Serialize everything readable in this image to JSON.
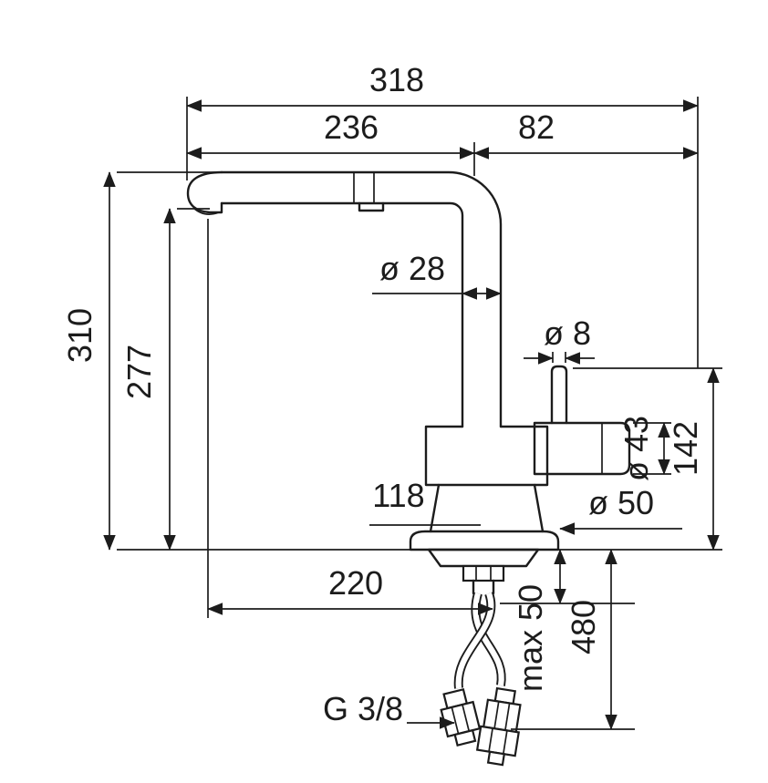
{
  "drawing": {
    "title": "faucet-dimension-drawing",
    "dims": {
      "total_width": "318",
      "spout_projection": "236",
      "rear_offset": "82",
      "total_height": "310",
      "spout_height": "277",
      "pipe_diameter": "ø 28",
      "lever_diameter": "ø 8",
      "handle_diameter": "ø 43",
      "handle_height": "142",
      "body_width": "118",
      "base_diameter": "ø 50",
      "outlet_reach": "220",
      "counter_max": "max 50",
      "hose_length": "480",
      "thread_size": "G 3/8"
    },
    "colors": {
      "line": "#1c1c1c",
      "background": "#ffffff"
    }
  }
}
